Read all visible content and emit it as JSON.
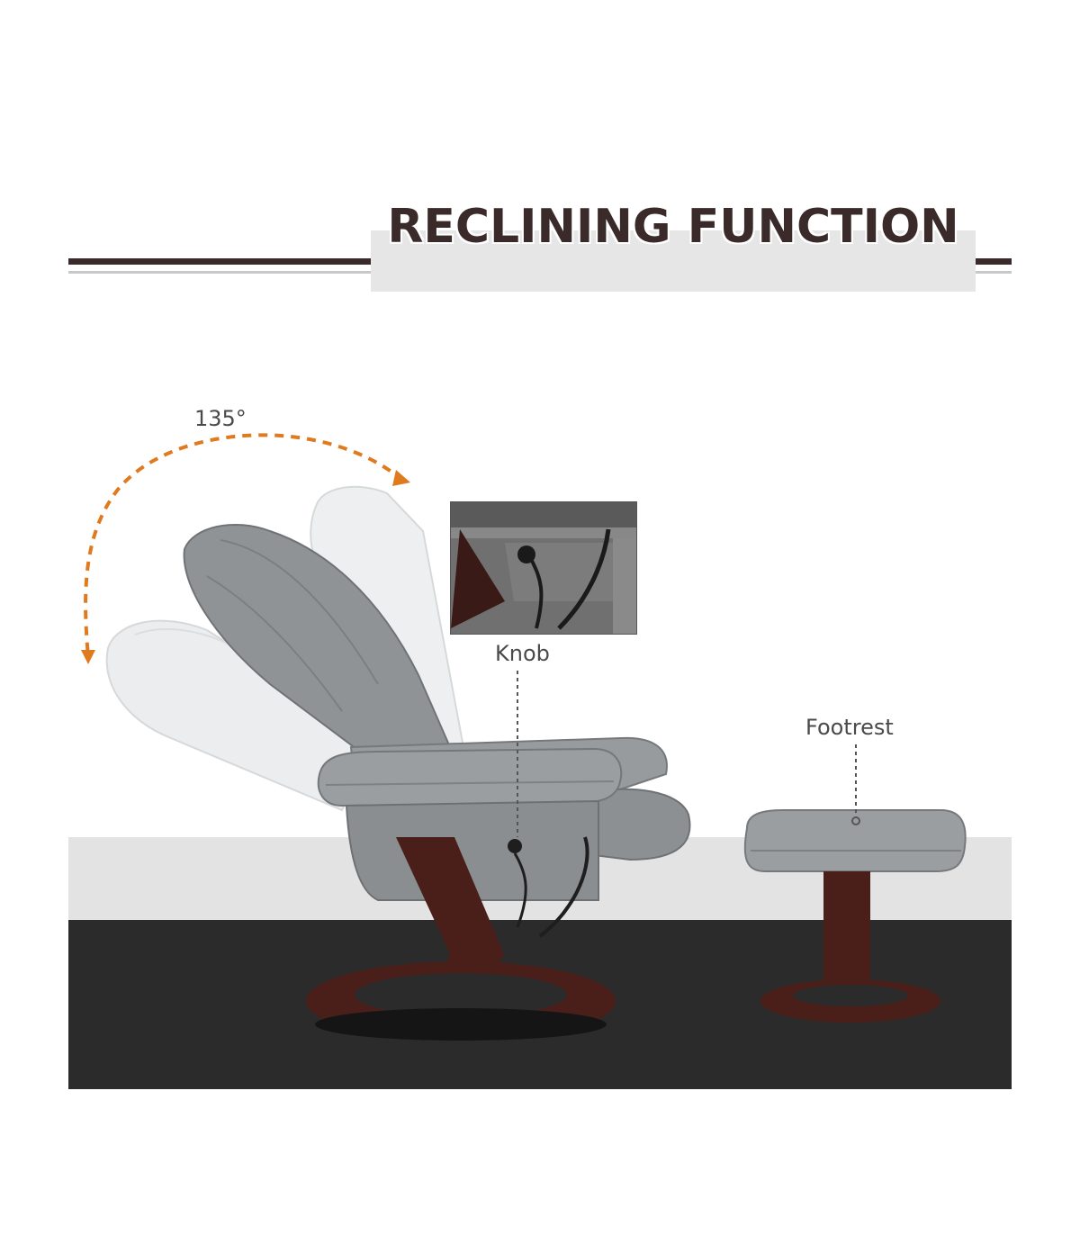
{
  "title": "RECLINING FUNCTION",
  "labels": {
    "angle": "135°",
    "knob": "Knob",
    "footrest": "Footrest"
  },
  "colors": {
    "title_text": "#3a2a2a",
    "rule_dark": "#3a2a2a",
    "arrow_orange": "#e07a1f",
    "upholstery_grey": "#8f9396",
    "wood_base": "#4a1f1a",
    "floor_dark": "#2b2b2b"
  }
}
